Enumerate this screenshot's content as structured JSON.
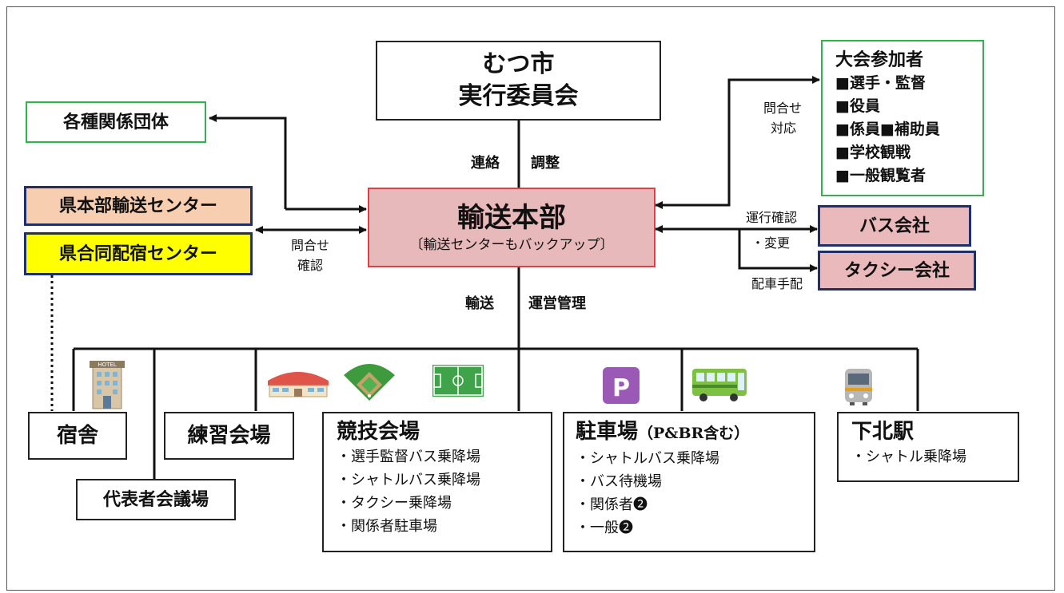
{
  "top_box": {
    "line1": "むつ市",
    "line2": "実行委員会"
  },
  "top_link": {
    "left": "連絡",
    "right": "調整"
  },
  "hq": {
    "title": "輸送本部",
    "subtitle": "〔輸送センターもバックアップ〕"
  },
  "left": {
    "related_orgs": "各種関係団体",
    "pref_transport_center": "県本部輸送センター",
    "pref_lodging_center": "県合同配宿センター",
    "inquiry_label": {
      "line1": "問合せ",
      "line2": "確認"
    }
  },
  "participants": {
    "title": "大会参加者",
    "items": [
      "■選手・監督",
      "■役員",
      "■係員■補助員",
      "■学校観戦",
      "■一般観覧者"
    ],
    "link_label": {
      "line1": "問合せ",
      "line2": "対応"
    }
  },
  "companies": {
    "bus": "バス会社",
    "taxi": "タクシー会社",
    "bus_label": {
      "line1": "運行確認",
      "line2": "・変更"
    },
    "taxi_label": "配車手配"
  },
  "bottom_link": {
    "left": "輸送",
    "right": "運営管理"
  },
  "venues": {
    "dorm": "宿舎",
    "rep_meeting": "代表者会議場",
    "practice": "練習会場",
    "competition": {
      "title": "競技会場",
      "items": [
        "・選手監督バス乗降場",
        "・シャトルバス乗降場",
        "・タクシー乗降場",
        "・関係者駐車場"
      ]
    },
    "parking": {
      "title": "駐車場",
      "title_note": "（P&BR含む）",
      "items": [
        "・シャトルバス乗降場",
        "・バス待機場",
        "・関係者❷",
        "・一般❷"
      ]
    },
    "station": {
      "title": "下北駅",
      "items": [
        "・シャトル乗降場"
      ]
    }
  },
  "icons": {
    "hotel_sign": "HOTEL",
    "parking_letter": "P",
    "colors": {
      "hq_fill": "#e8b9bb",
      "hq_border": "#d4424a",
      "pref_transport_fill": "#f7cfb0",
      "pref_lodging_fill": "#ffff00",
      "company_fill": "#e9b9bb",
      "green_border": "#2fb34a",
      "navy_border": "#1f2f6b",
      "parking_purple": "#9b59b6"
    }
  }
}
